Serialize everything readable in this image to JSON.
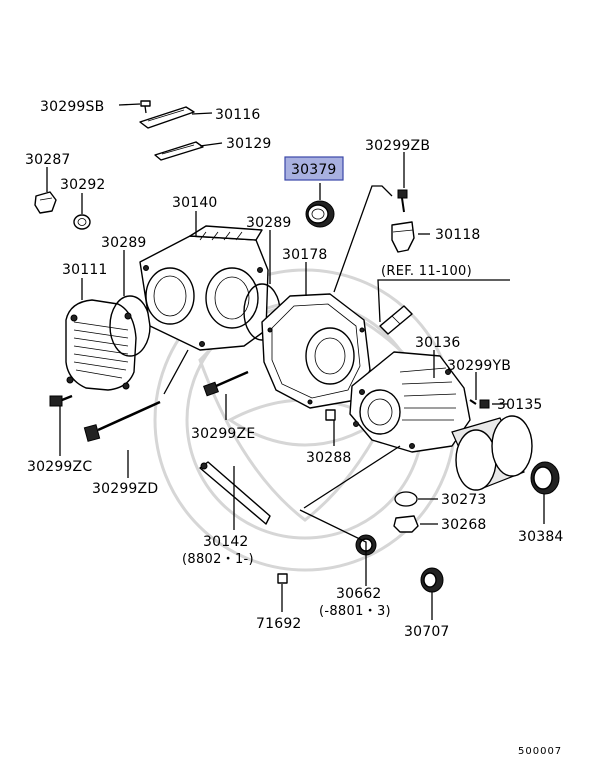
{
  "diagram_id": "500007",
  "labels": {
    "p30299SB": "30299SB",
    "p30116": "30116",
    "p30129": "30129",
    "p30287": "30287",
    "p30292": "30292",
    "p30379": "30379",
    "p30299ZB": "30299ZB",
    "p30140": "30140",
    "p30289a": "30289",
    "p30289b": "30289",
    "p30118": "30118",
    "p30111": "30111",
    "p30178": "30178",
    "ref_11_100": "(REF. 11-100)",
    "p30136": "30136",
    "p30299YB": "30299YB",
    "p30135": "30135",
    "p30299ZE": "30299ZE",
    "p30288": "30288",
    "p30299ZC": "30299ZC",
    "p30299ZD": "30299ZD",
    "p30273": "30273",
    "p30268": "30268",
    "p30384": "30384",
    "p30142": "30142",
    "range_30142": "(8802・1-)",
    "p30662": "30662",
    "range_30662": "(-8801・3)",
    "p71692": "71692",
    "p30707": "30707"
  },
  "highlight": {
    "part": "30379",
    "fill": "#a8b0e0",
    "stroke": "#3a47a8"
  }
}
